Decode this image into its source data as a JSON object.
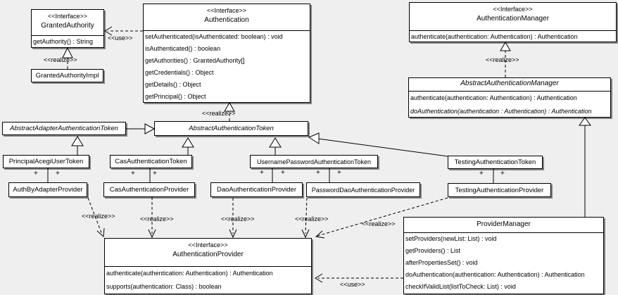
{
  "colors": {
    "background": "#efefef",
    "box_fill": "#ffffff",
    "line": "#000000"
  },
  "labels": {
    "use": "<<use>>",
    "realize": "<<realize>>"
  },
  "plus": "+",
  "classes": {
    "granted_authority": {
      "stereotype": "<<Interface>>",
      "name": "GrantedAuthority",
      "methods": [
        "getAuthority() : String"
      ]
    },
    "granted_authority_impl": {
      "name": "GrantedAuthorityImpl"
    },
    "authentication": {
      "stereotype": "<<Interface>>",
      "name": "Authentication",
      "methods": [
        "setAuthenticated(isAuthenticated: boolean) : void",
        "isAuthenticated() : boolean",
        "getAuthorities() : GrantedAuthority[]",
        "getCredentials() : Object",
        "getDetails() : Object",
        "getPrincipal() : Object"
      ]
    },
    "authentication_manager": {
      "stereotype": "<<Interface>>",
      "name": "AuthenticationManager",
      "methods": [
        "authenticate(authentication: Authentication) : Authentication"
      ]
    },
    "abstract_authentication_manager": {
      "name": "AbstractAuthenticationManager",
      "methods": [
        "authenticate(authentication: Authentication) : Authentication",
        "doAuthentication(authentication : Authentication) : Authentication"
      ]
    },
    "abstract_adapter_authentication_token": {
      "name": "AbstractAdapterAuthenticationToken"
    },
    "abstract_authentication_token": {
      "name": "AbstractAuthenticationToken"
    },
    "principal_acegi_user_token": {
      "name": "PrincipalAcegiUserToken"
    },
    "cas_authentication_token": {
      "name": "CasAuthenticationToken"
    },
    "username_password_authentication_token": {
      "name": "UsernamePasswordAuthenticationToken"
    },
    "testing_authentication_token": {
      "name": "TestingAuthenticationToken"
    },
    "auth_by_adapter_provider": {
      "name": "AuthByAdapterProvider"
    },
    "cas_authentication_provider": {
      "name": "CasAuthenticationProvider"
    },
    "dao_authentication_provider": {
      "name": "DaoAuthenticationProvider"
    },
    "password_dao_authentication_provider": {
      "name": "PasswordDaoAuthenticationProvider"
    },
    "testing_authentication_provider": {
      "name": "TestingAuthenticationProvider"
    },
    "authentication_provider": {
      "stereotype": "<<Interface>>",
      "name": "AuthenticationProvider",
      "methods": [
        "authenticate(authentication: Authentication) : Authentication",
        "supports(authentication: Class) : boolean"
      ]
    },
    "provider_manager": {
      "name": "ProviderManager",
      "methods": [
        "setProviders(newList: List) : void",
        "getProviders() : List",
        "afterPropertiesSet() : void",
        "doAuthentication(authentication: Authentication) : Authentication",
        "checkIfValidList(listToCheck: List) : void"
      ]
    }
  }
}
